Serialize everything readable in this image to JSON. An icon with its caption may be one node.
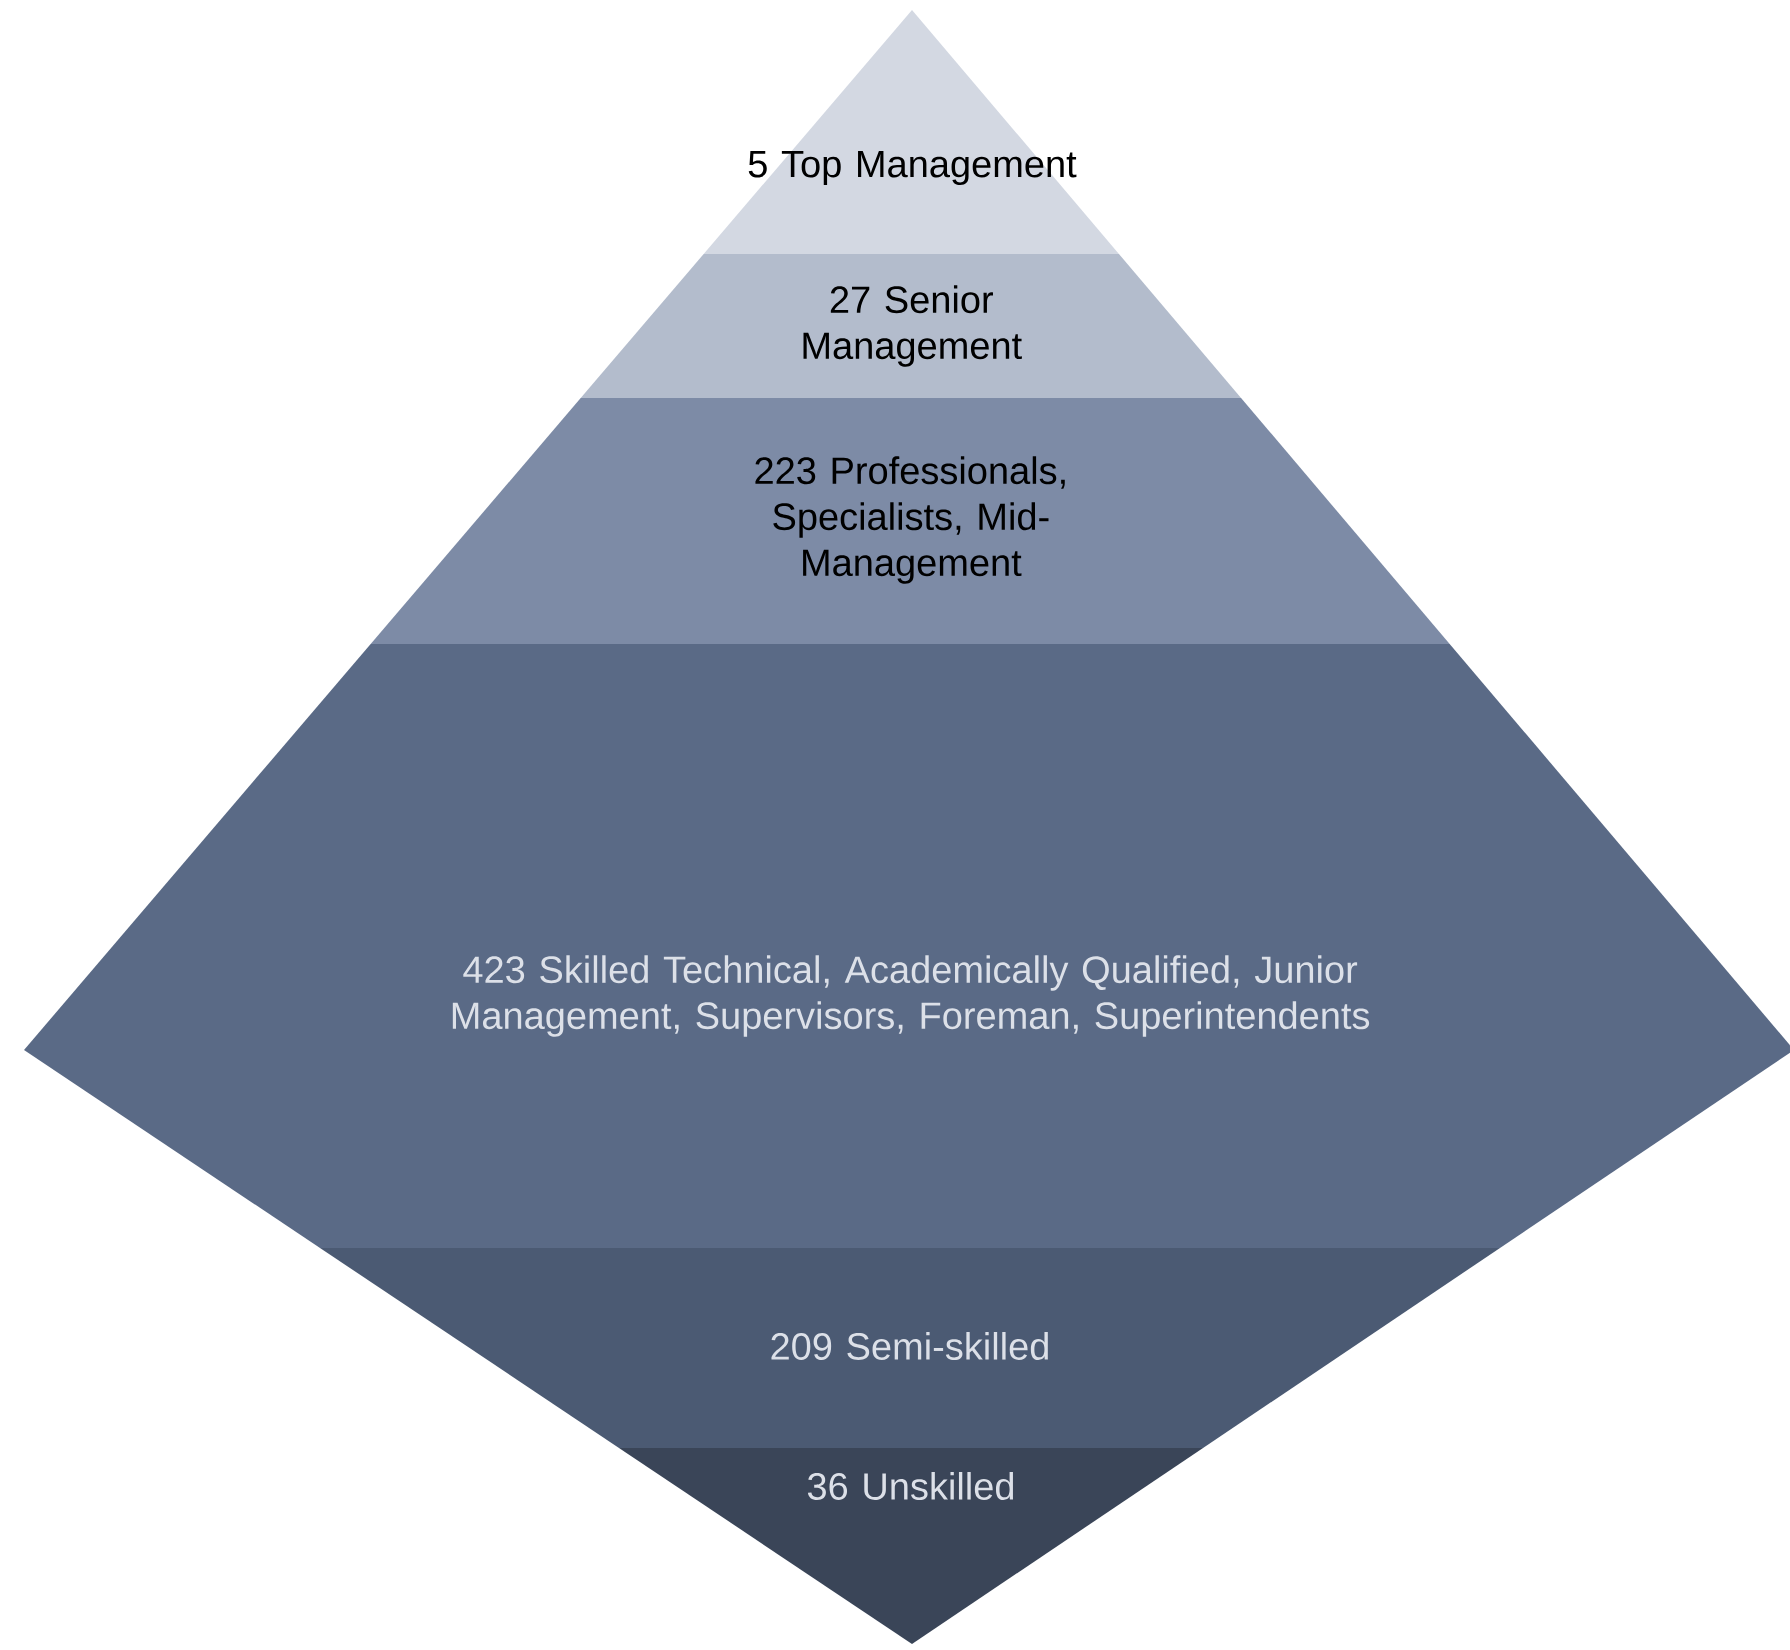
{
  "diagram": {
    "nodes": [
      {
        "text": [
          "5 Top Management"
        ]
      },
      {
        "text": [
          "27 Senior Management"
        ]
      },
      {
        "text": [
          "223 Professionals, Specialists, Mid-Management"
        ]
      },
      {
        "text": [
          "423 Skilled Technical, Academically Qualified, Junior Management, Supervisors, Foreman, Superintendents"
        ]
      },
      {
        "text": [
          "209 Semi-skilled"
        ]
      },
      {
        "text": [
          "36 Unskilled"
        ]
      }
    ]
  }
}
